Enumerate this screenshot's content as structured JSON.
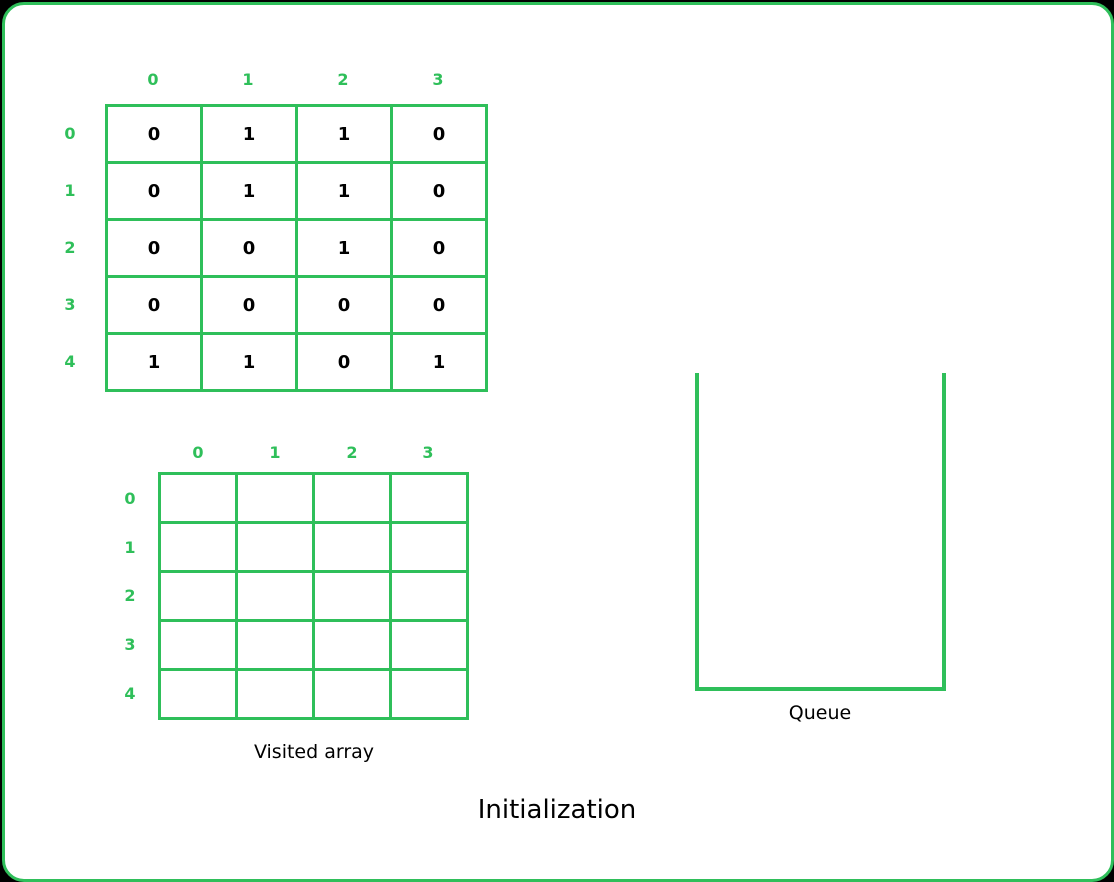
{
  "grid": {
    "col_headers": [
      "0",
      "1",
      "2",
      "3"
    ],
    "row_headers": [
      "0",
      "1",
      "2",
      "3",
      "4"
    ],
    "rows": [
      [
        "0",
        "1",
        "1",
        "0"
      ],
      [
        "0",
        "1",
        "1",
        "0"
      ],
      [
        "0",
        "0",
        "1",
        "0"
      ],
      [
        "0",
        "0",
        "0",
        "0"
      ],
      [
        "1",
        "1",
        "0",
        "1"
      ]
    ]
  },
  "visited": {
    "col_headers": [
      "0",
      "1",
      "2",
      "3"
    ],
    "row_headers": [
      "0",
      "1",
      "2",
      "3",
      "4"
    ],
    "rows": [
      [
        "",
        "",
        "",
        ""
      ],
      [
        "",
        "",
        "",
        ""
      ],
      [
        "",
        "",
        "",
        ""
      ],
      [
        "",
        "",
        "",
        ""
      ],
      [
        "",
        "",
        "",
        ""
      ]
    ],
    "label": "Visited array"
  },
  "queue": {
    "label": "Queue"
  },
  "title": "Initialization",
  "colors": {
    "accent": "#2fbf5a",
    "text": "#000000",
    "background": "#ffffff"
  }
}
